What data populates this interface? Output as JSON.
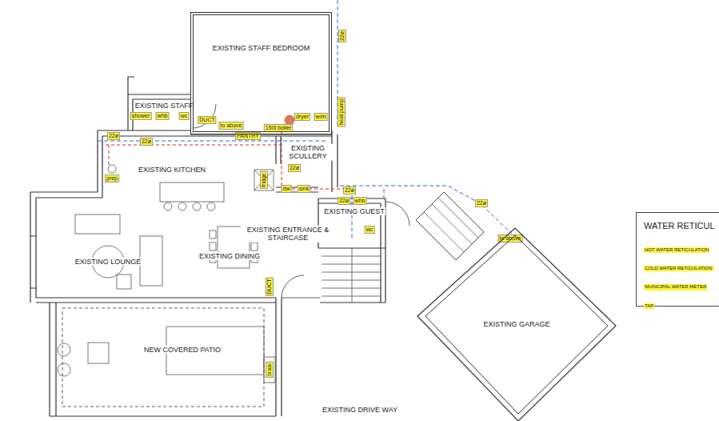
{
  "diagram": {
    "nodes": [
      {
        "text": [
          "EXISTING STAFF BEDROOM"
        ]
      },
      {
        "text": [
          "WATER RETICUL"
        ]
      },
      {
        "text": [
          "EXISTING GARAGE"
        ]
      }
    ],
    "labels": [
      "22ø",
      "EXISTING STAFF",
      "shower",
      "whb",
      "wc",
      "DUCT",
      "to above",
      "dryer",
      "w/m",
      "heat pump",
      "150l boiler",
      "22ø",
      "22ø",
      "PANTRY",
      "prep",
      "EXISTING KITCHEN",
      "EXISTING SCULLERY",
      "22ø",
      "fridge",
      "dw",
      "sink",
      "22ø",
      "22ø",
      "whb",
      "EXISTING GUEST",
      "22ø",
      "wc",
      "EXISTING ENTRANCE & STAIRCASE",
      "to above",
      "EXISTING LOUNGE",
      "EXISTING DINING",
      "DUCT",
      "NEW COVERED PATIO",
      "braai",
      "EXISTING DRIVE WAY"
    ],
    "legend": [
      {
        "text": "HOT WATER RETICULATION"
      },
      {
        "text": "COLD WATER RETICULATION"
      },
      {
        "text": "MUNICIPAL WATER METER"
      },
      {
        "text": "TAP"
      }
    ]
  }
}
